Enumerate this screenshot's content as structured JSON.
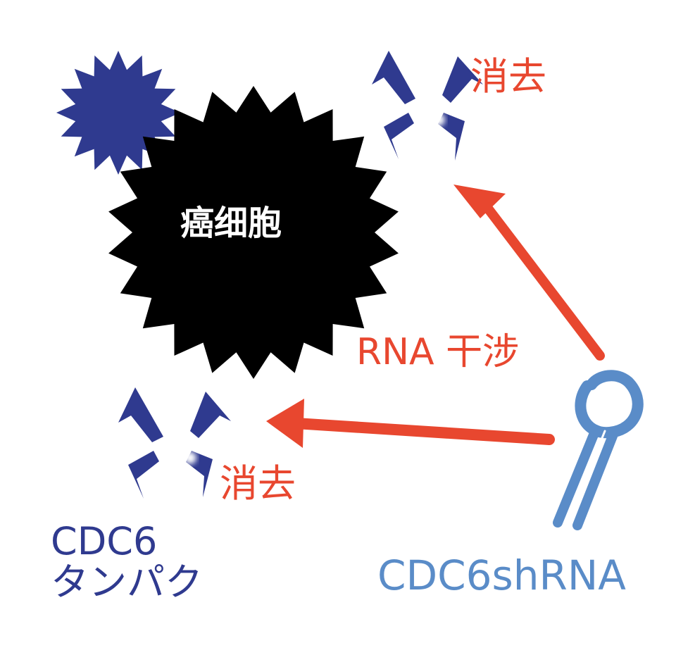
{
  "labels": {
    "cancer_cell": "癌细胞",
    "erase_top": "消去",
    "erase_bottom": "消去",
    "rna_interference": "RNA 干涉",
    "protein_line1": "CDC6",
    "protein_line2": "タンパク",
    "shrna": "CDC6shRNA"
  },
  "colors": {
    "cancer_cell": "#000000",
    "protein": "#2f3a8f",
    "arrow": "#e8472f",
    "shrna": "#5a8cc8"
  },
  "icons": {
    "protein": "starburst-icon",
    "fragments": "shattered-protein-icon",
    "shrna": "hairpin-rna-icon"
  }
}
